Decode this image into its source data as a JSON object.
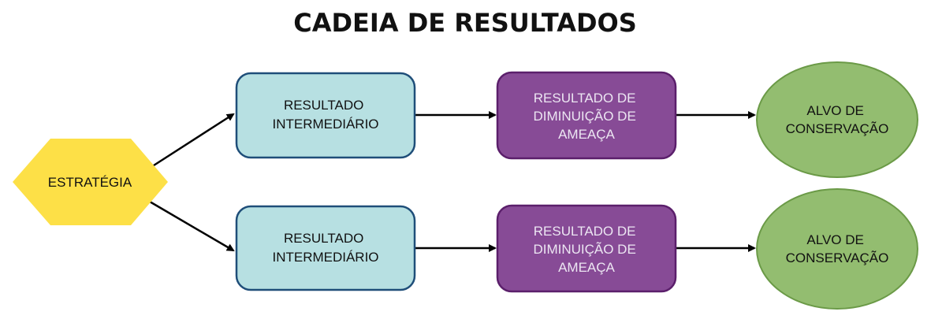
{
  "diagram": {
    "title": "CADEIA DE RESULTADOS",
    "strategy": {
      "label": "ESTRATÉGIA"
    },
    "chains": [
      {
        "intermediate": {
          "lines": [
            "RESULTADO",
            "INTERMEDIÁRIO"
          ]
        },
        "threat": {
          "lines": [
            "RESULTADO DE",
            "DIMINUIÇÃO DE",
            "AMEAÇA"
          ]
        },
        "target": {
          "lines": [
            "ALVO DE",
            "CONSERVAÇÃO"
          ]
        }
      },
      {
        "intermediate": {
          "lines": [
            "RESULTADO",
            "INTERMEDIÁRIO"
          ]
        },
        "threat": {
          "lines": [
            "RESULTADO DE",
            "DIMINUIÇÃO DE",
            "AMEAÇA"
          ]
        },
        "target": {
          "lines": [
            "ALVO DE",
            "CONSERVAÇÃO"
          ]
        }
      }
    ]
  },
  "colors": {
    "strategy_fill": "#fde047",
    "intermediate_fill": "#b7e0e2",
    "intermediate_stroke": "#1f4e79",
    "threat_fill": "#874b96",
    "threat_stroke": "#5b1f6b",
    "target_fill": "#93bd70",
    "target_stroke": "#6b9a47",
    "arrow": "#000000"
  }
}
